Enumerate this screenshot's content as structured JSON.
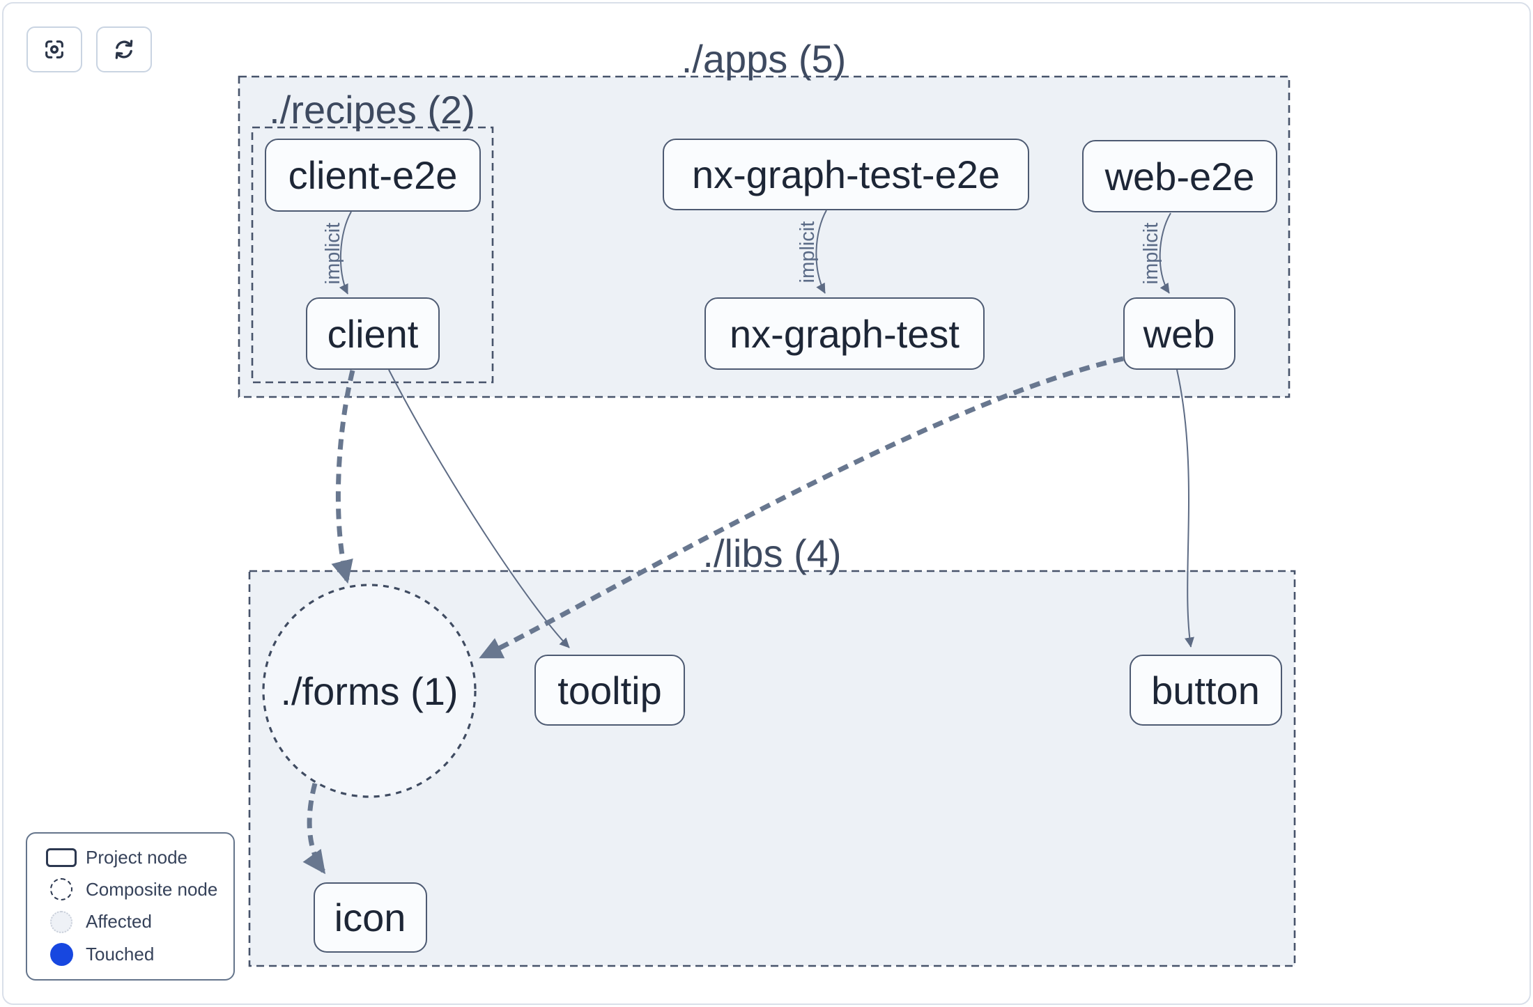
{
  "toolbar": {
    "buttons": [
      {
        "name": "focus",
        "icon": "focus-scan-icon"
      },
      {
        "name": "refresh",
        "icon": "refresh-icon"
      }
    ]
  },
  "graph": {
    "groups": {
      "apps": {
        "label": "./apps (5)"
      },
      "recipes": {
        "label": "./recipes (2)"
      },
      "libs": {
        "label": "./libs (4)"
      },
      "forms": {
        "label": "./forms (1)"
      }
    },
    "nodes": {
      "client_e2e": {
        "label": "client-e2e"
      },
      "nx_graph_test_e2e": {
        "label": "nx-graph-test-e2e"
      },
      "web_e2e": {
        "label": "web-e2e"
      },
      "client": {
        "label": "client"
      },
      "nx_graph_test": {
        "label": "nx-graph-test"
      },
      "web": {
        "label": "web"
      },
      "tooltip": {
        "label": "tooltip"
      },
      "button": {
        "label": "button"
      },
      "icon": {
        "label": "icon"
      }
    },
    "edges": {
      "implicit_label": "implicit",
      "list": [
        {
          "from": "client-e2e",
          "to": "client",
          "type": "implicit"
        },
        {
          "from": "nx-graph-test-e2e",
          "to": "nx-graph-test",
          "type": "implicit"
        },
        {
          "from": "web-e2e",
          "to": "web",
          "type": "implicit"
        },
        {
          "from": "client",
          "to": "./forms (1)",
          "type": "dependency-dashed"
        },
        {
          "from": "web",
          "to": "./forms (1)",
          "type": "dependency-dashed"
        },
        {
          "from": "./forms (1)",
          "to": "icon",
          "type": "dependency-dashed"
        },
        {
          "from": "client",
          "to": "tooltip",
          "type": "dependency"
        },
        {
          "from": "web",
          "to": "button",
          "type": "dependency"
        }
      ]
    }
  },
  "legend": {
    "items": [
      {
        "type": "project",
        "label": "Project node"
      },
      {
        "type": "composite",
        "label": "Composite node"
      },
      {
        "type": "affected",
        "label": "Affected"
      },
      {
        "type": "touched",
        "label": "Touched"
      }
    ]
  },
  "colors": {
    "touched_blue": "#1747e0",
    "container_fill": "#edf1f6",
    "container_border": "#47536a",
    "node_fill": "#fafcfe",
    "node_border": "#4d5a72",
    "node_text": "#1d2636",
    "edge": "#5d6b84",
    "edge_thick": "#68778f",
    "card_border": "#d9dfe9"
  }
}
